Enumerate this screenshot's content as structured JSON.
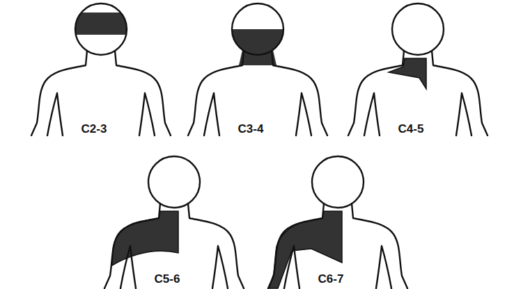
{
  "diagram": {
    "labels": [
      "C2-3",
      "C3-4",
      "C4-5",
      "C5-6",
      "C6-7"
    ]
  }
}
